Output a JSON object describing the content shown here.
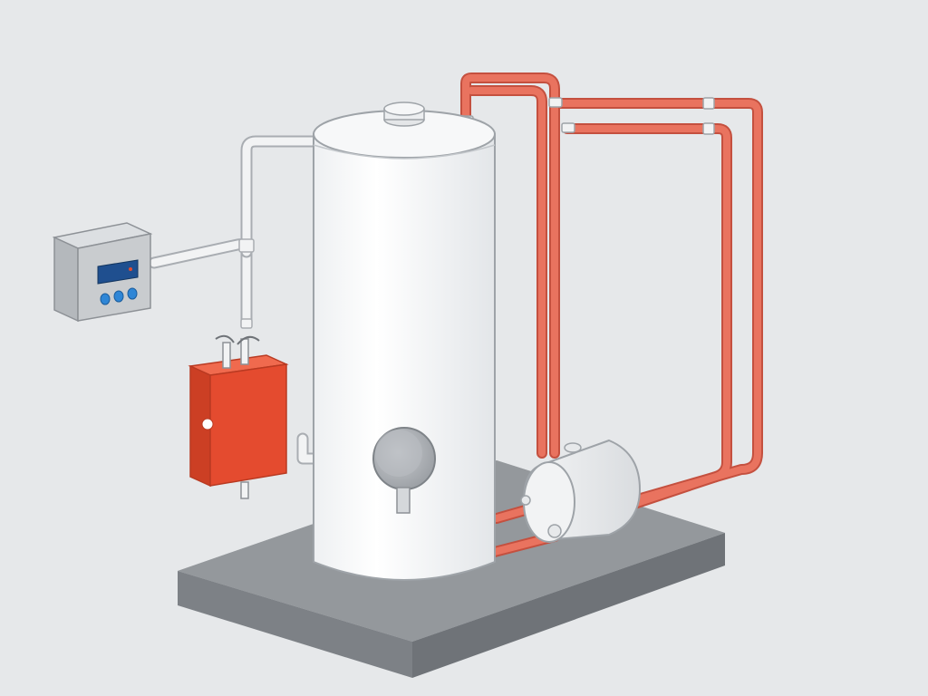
{
  "diagram": {
    "controller": {
      "display_text": "",
      "buttons": [
        "up",
        "mode",
        "down"
      ]
    },
    "colors": {
      "background": "#e6e8ea",
      "hot_pipe": "#e9735f",
      "hot_pipe_outline": "#c4503f",
      "cold_pipe": "#f2f3f4",
      "cold_pipe_outline": "#a9adb2",
      "tank": "#ffffff",
      "tank_outline": "#9ea3a8",
      "heater": "#e44b2f",
      "controller_body": "#c9cccf",
      "controller_display": "#1f4f8f",
      "controller_buttons": "#2f86d6",
      "base_plate": "#8d9196"
    },
    "components": [
      {
        "name": "control-box",
        "icon": "control-panel-icon"
      },
      {
        "name": "electric-heater-unit",
        "icon": "heater-icon"
      },
      {
        "name": "storage-tank",
        "icon": "tank-icon"
      },
      {
        "name": "pressure-gauge",
        "icon": "gauge-icon"
      },
      {
        "name": "expansion-vessel",
        "icon": "vessel-icon"
      },
      {
        "name": "base-plate",
        "icon": "platform-icon"
      }
    ]
  }
}
